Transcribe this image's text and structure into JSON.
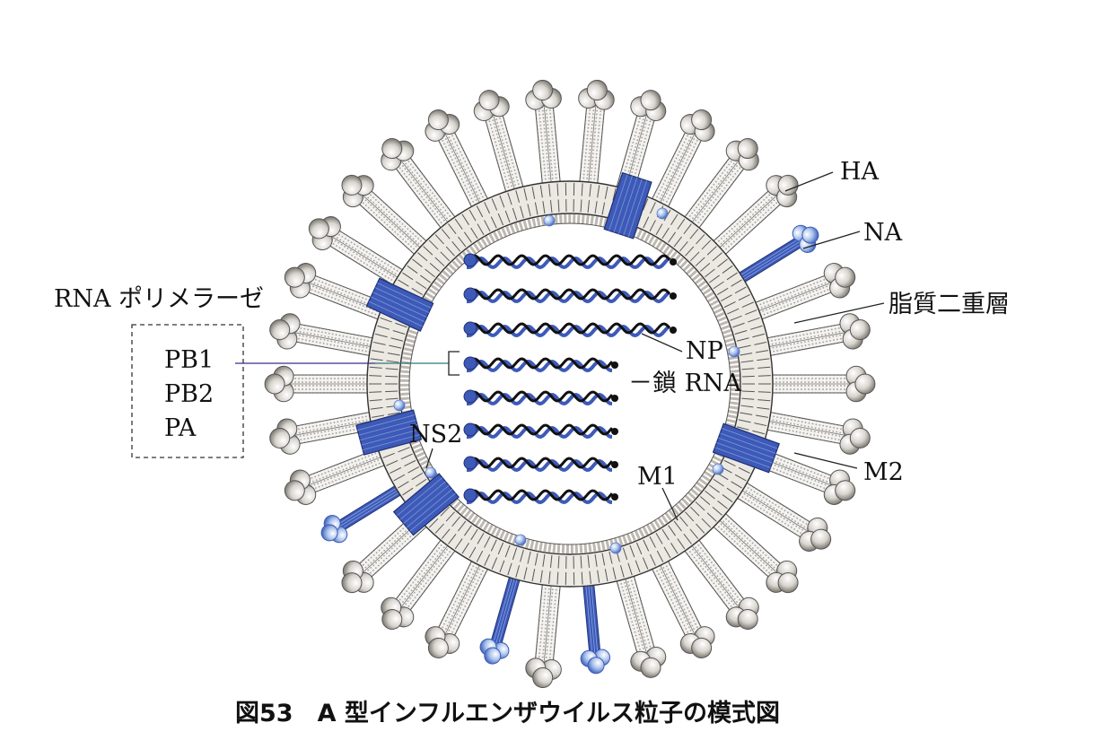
{
  "labels": {
    "ha": "HA",
    "na": "NA",
    "lipid_bilayer": "脂質二重層",
    "rna_polymerase": "RNA ポリメラーゼ",
    "pb1": "PB1",
    "pb2": "PB2",
    "pa": "PA",
    "np": "NP",
    "minus_strand_rna": "－鎖 RNA",
    "ns2": "NS2",
    "m1": "M1",
    "m2": "M2"
  },
  "caption": "図53　A 型インフルエンザウイルス粒子の模式図",
  "colors": {
    "blue": "#3d5ab8",
    "light_blue": "#a9c2ea",
    "gray": "#d9d6d0",
    "black": "#111111"
  }
}
